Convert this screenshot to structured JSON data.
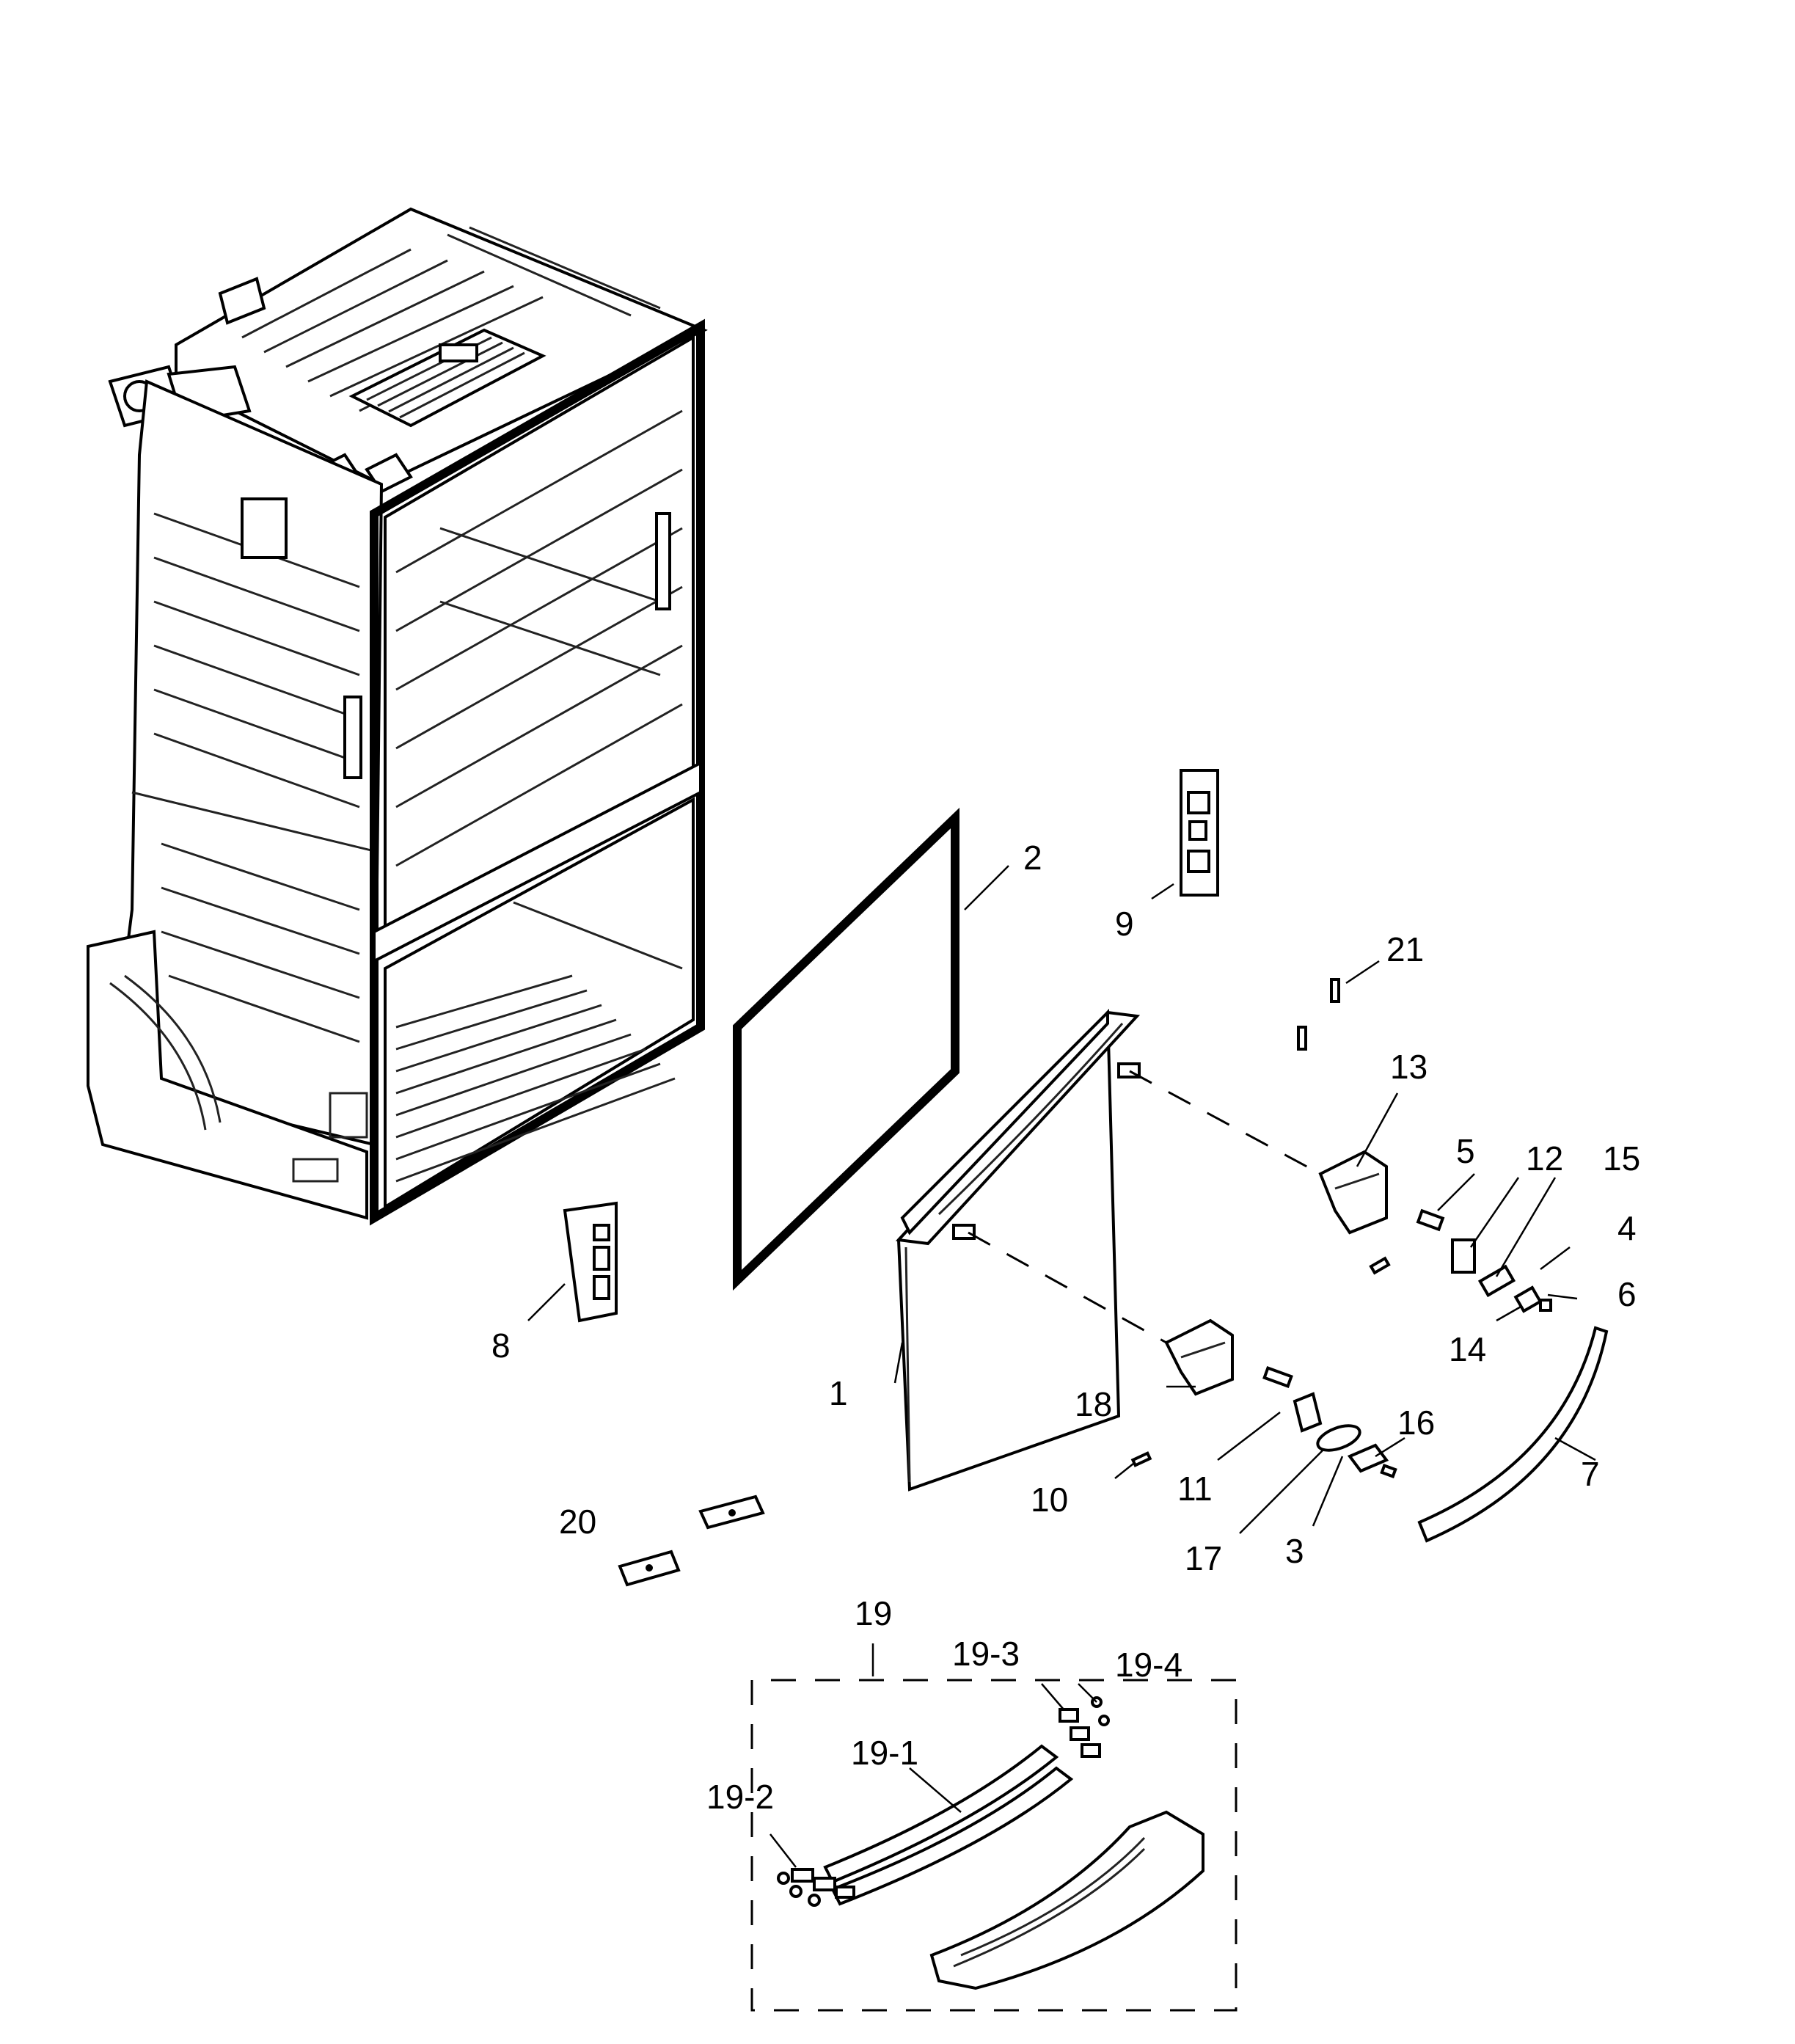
{
  "diagram": {
    "callouts": [
      {
        "id": "c1",
        "text": "1"
      },
      {
        "id": "c2",
        "text": "2"
      },
      {
        "id": "c3",
        "text": "3"
      },
      {
        "id": "c4",
        "text": "4"
      },
      {
        "id": "c5",
        "text": "5"
      },
      {
        "id": "c6",
        "text": "6"
      },
      {
        "id": "c7",
        "text": "7"
      },
      {
        "id": "c8",
        "text": "8"
      },
      {
        "id": "c9",
        "text": "9"
      },
      {
        "id": "c10",
        "text": "10"
      },
      {
        "id": "c11",
        "text": "11"
      },
      {
        "id": "c12",
        "text": "12"
      },
      {
        "id": "c13",
        "text": "13"
      },
      {
        "id": "c14",
        "text": "14"
      },
      {
        "id": "c15",
        "text": "15"
      },
      {
        "id": "c16",
        "text": "16"
      },
      {
        "id": "c17",
        "text": "17"
      },
      {
        "id": "c18",
        "text": "18"
      },
      {
        "id": "c19",
        "text": "19"
      },
      {
        "id": "c19_1",
        "text": "19-1"
      },
      {
        "id": "c19_2",
        "text": "19-2"
      },
      {
        "id": "c19_3",
        "text": "19-3"
      },
      {
        "id": "c19_4",
        "text": "19-4"
      },
      {
        "id": "c20",
        "text": "20"
      },
      {
        "id": "c21",
        "text": "21"
      }
    ]
  }
}
